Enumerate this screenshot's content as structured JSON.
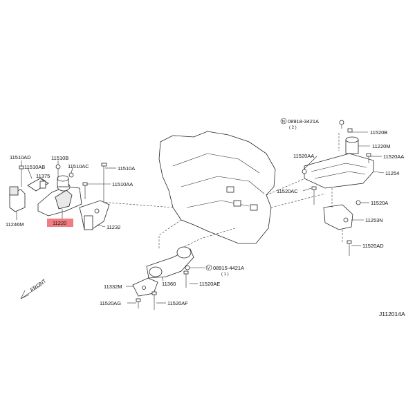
{
  "diagram_code": "J112014A",
  "front_label": "FRONT",
  "highlight_color": "#f07d82",
  "labels": {
    "p11510AD": "11510AD",
    "p11510AB": "11510AB",
    "p11510B": "11510B",
    "p11510AC": "11510AC",
    "p11510A": "11510A",
    "p11510AA": "11510AA",
    "p11375": "11375",
    "p11246M": "11246M",
    "p11220": "11220",
    "p11232": "11232",
    "p08918": "08918-3421A",
    "p08918q": "( 2 )",
    "p11520B": "11520B",
    "p11220M": "11220M",
    "p11520AA_r": "11520AA",
    "p11520AA_l": "11520AA",
    "p11254": "11254",
    "p11520AC": "11520AC",
    "p11520A": "11520A",
    "p11253N": "11253N",
    "p11520AD": "11520AD",
    "p11332M": "11332M",
    "p11360": "11360",
    "p08915": "08915-4421A",
    "p08915q": "( 1 )",
    "p11520AE": "11520AE",
    "p11520AG": "11520AG",
    "p11520AF": "11520AF"
  }
}
